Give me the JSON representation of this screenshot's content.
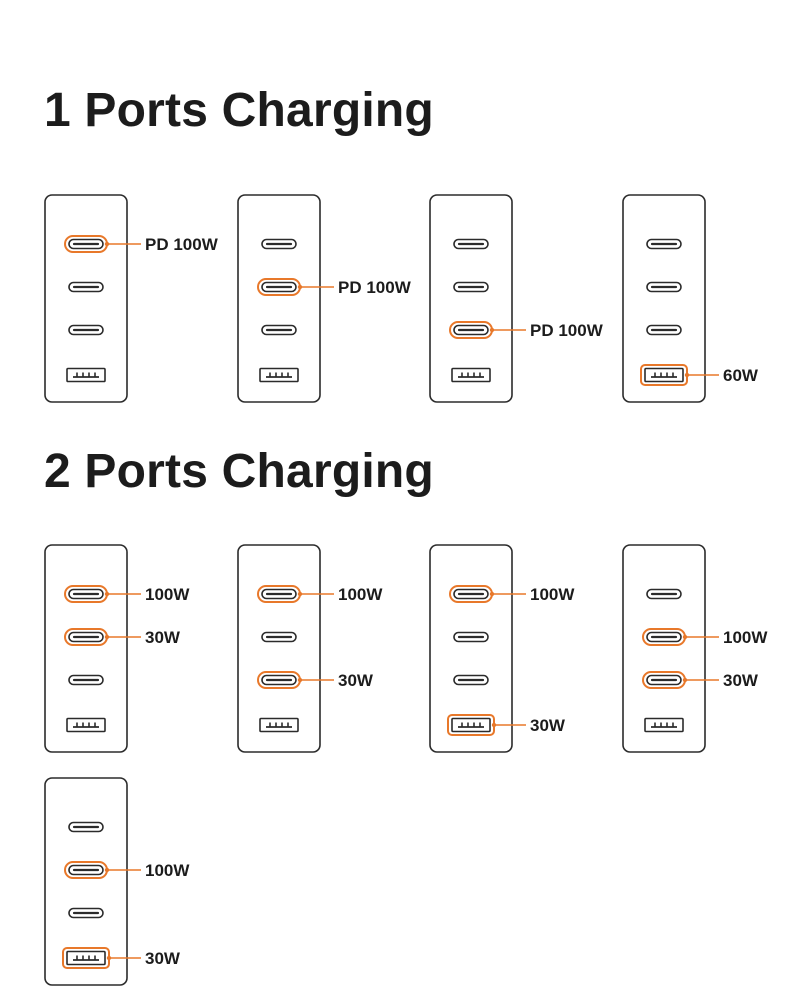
{
  "sections": [
    {
      "title": "1 Ports Charging",
      "configs": [
        {
          "active": [
            {
              "port": 0,
              "label": "PD 100W"
            }
          ]
        },
        {
          "active": [
            {
              "port": 1,
              "label": "PD 100W"
            }
          ]
        },
        {
          "active": [
            {
              "port": 2,
              "label": "PD 100W"
            }
          ]
        },
        {
          "active": [
            {
              "port": 3,
              "label": "60W"
            }
          ]
        }
      ]
    },
    {
      "title": "2 Ports Charging",
      "configs": [
        {
          "active": [
            {
              "port": 0,
              "label": "100W"
            },
            {
              "port": 1,
              "label": "30W"
            }
          ]
        },
        {
          "active": [
            {
              "port": 0,
              "label": "100W"
            },
            {
              "port": 2,
              "label": "30W"
            }
          ]
        },
        {
          "active": [
            {
              "port": 0,
              "label": "100W"
            },
            {
              "port": 3,
              "label": "30W"
            }
          ]
        },
        {
          "active": [
            {
              "port": 1,
              "label": "100W"
            },
            {
              "port": 2,
              "label": "30W"
            }
          ]
        },
        {
          "active": [
            {
              "port": 1,
              "label": "100W"
            },
            {
              "port": 3,
              "label": "30W"
            }
          ]
        }
      ]
    }
  ],
  "ports": [
    "usb-c",
    "usb-c",
    "usb-c",
    "usb-a"
  ],
  "colors": {
    "accent": "#e8782a",
    "outline": "#2b2b2b",
    "text": "#1c1c1c"
  }
}
